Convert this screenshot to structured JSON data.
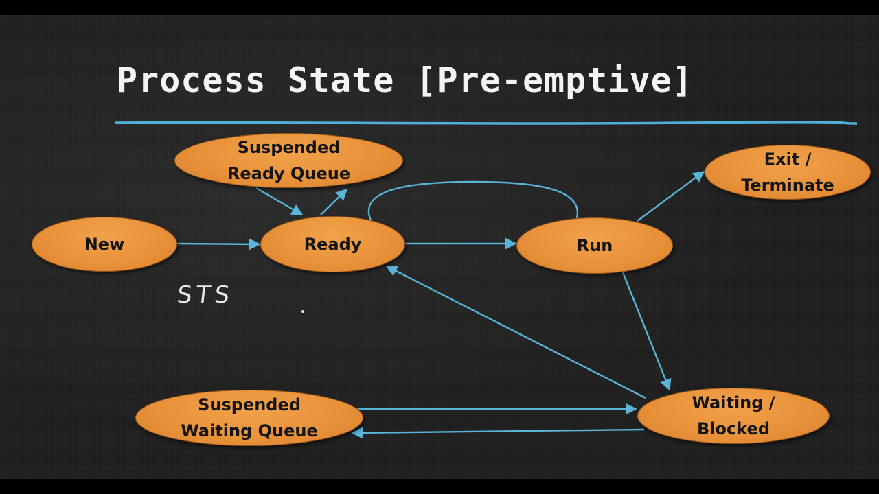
{
  "slide": {
    "title": "Process State [Pre-emptive]",
    "annotation": "STS",
    "colors": {
      "node_fill": "#e8923a",
      "node_text": "#141414",
      "arrow": "#5ab4d8",
      "underline": "#4fb0d8",
      "background": "#1f1f1f"
    }
  },
  "nodes": {
    "new": {
      "label": "New"
    },
    "ready": {
      "label": "Ready"
    },
    "run": {
      "label": "Run"
    },
    "exit": {
      "line1": "Exit /",
      "line2": "Terminate"
    },
    "suspended_ready": {
      "line1": "Suspended",
      "line2": "Ready Queue"
    },
    "waiting": {
      "line1": "Waiting /",
      "line2": "Blocked"
    },
    "suspended_waiting": {
      "line1": "Suspended",
      "line2": "Waiting Queue"
    }
  },
  "edges": [
    {
      "from": "New",
      "to": "Ready"
    },
    {
      "from": "Suspended Ready Queue",
      "to": "Ready"
    },
    {
      "from": "Ready",
      "to": "Suspended Ready Queue"
    },
    {
      "from": "Ready",
      "to": "Run"
    },
    {
      "from": "Run",
      "to": "Ready",
      "shape": "loop"
    },
    {
      "from": "Run",
      "to": "Exit / Terminate"
    },
    {
      "from": "Run",
      "to": "Waiting / Blocked"
    },
    {
      "from": "Waiting / Blocked",
      "to": "Ready"
    },
    {
      "from": "Suspended Waiting Queue",
      "to": "Waiting / Blocked"
    },
    {
      "from": "Waiting / Blocked",
      "to": "Suspended Waiting Queue"
    }
  ]
}
